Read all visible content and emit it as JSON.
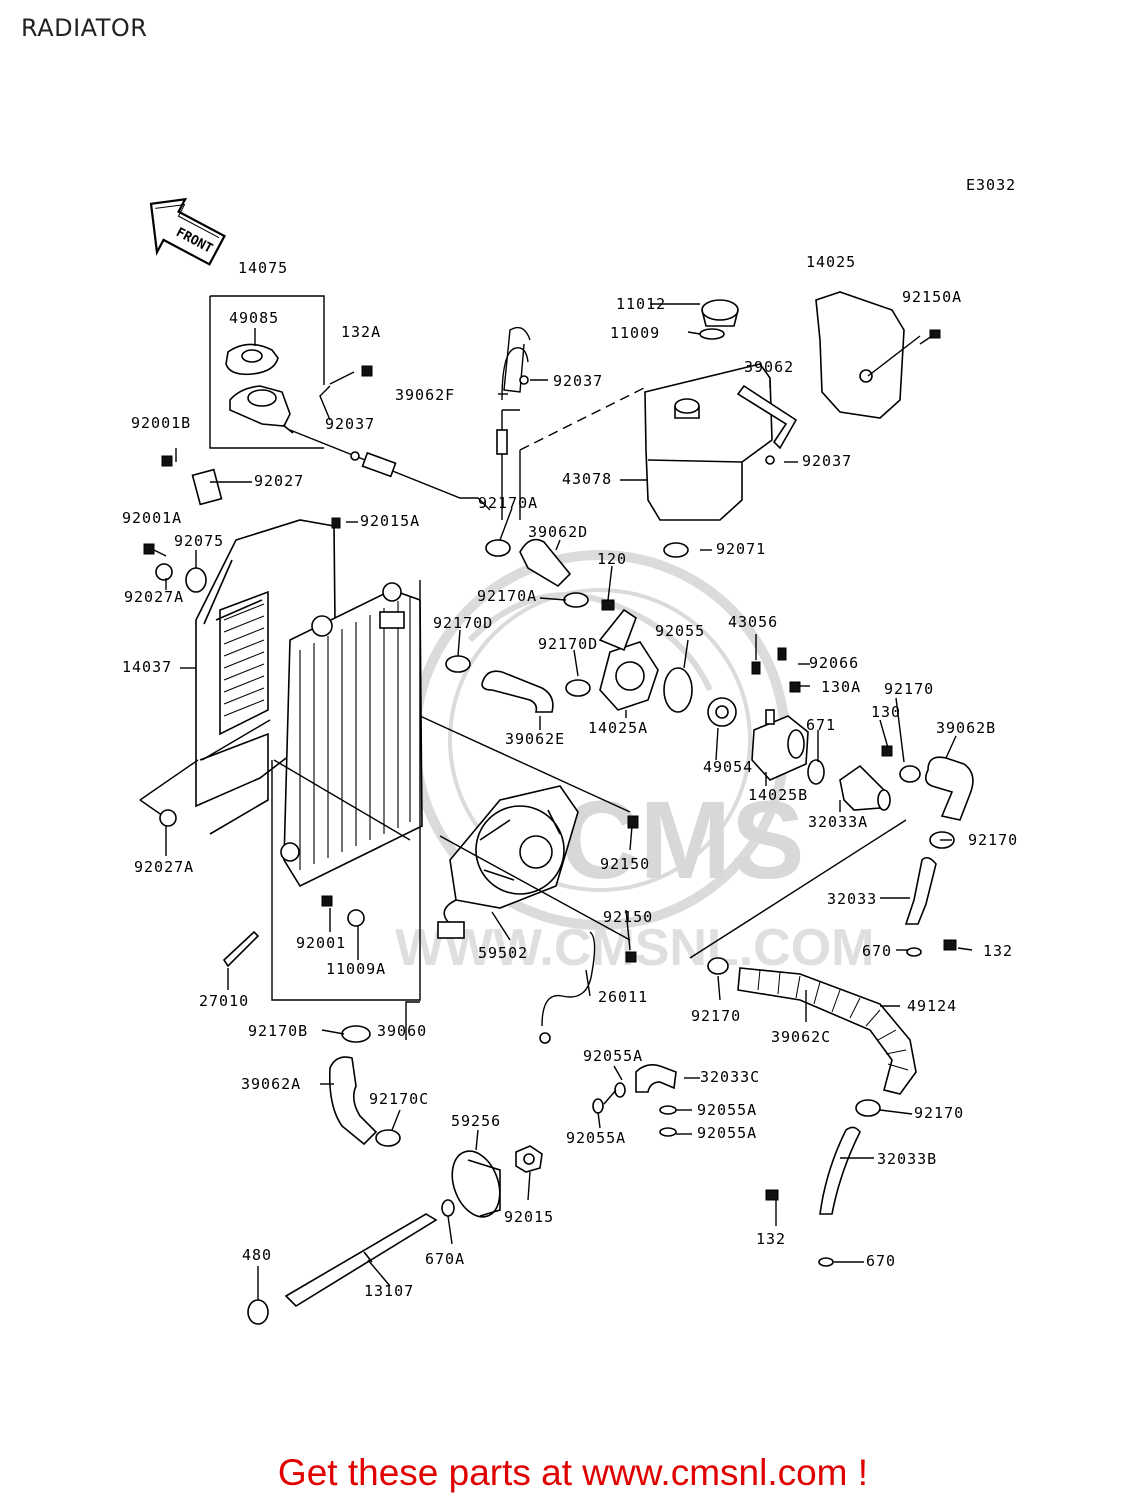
{
  "page": {
    "title": "RADIATOR",
    "code": "E3032",
    "front_label": "FRONT"
  },
  "call_to_action": "Get these parts at www.cmsnl.com !",
  "watermark": {
    "logo": "CMS",
    "url": "WWW.CMSNL.COM"
  },
  "parts": {
    "p14075": "14075",
    "p49085": "49085",
    "p132A": "132A",
    "p39062F": "39062F",
    "p92037a": "92037",
    "p92037b": "92037",
    "p92037c": "92037",
    "p11012": "11012",
    "p11009": "11009",
    "p14025": "14025",
    "p92150A": "92150A",
    "p39062": "39062",
    "p92001B": "92001B",
    "p92027": "92027",
    "p43078": "43078",
    "p92170A": "92170A",
    "p92001A": "92001A",
    "p92015A": "92015A",
    "p39062D": "39062D",
    "p92075": "92075",
    "p92071": "92071",
    "p120": "120",
    "p92027Aa": "92027A",
    "p92170Ab": "92170A",
    "p92170D": "92170D",
    "p92170Db": "92170D",
    "p92055": "92055",
    "p43056": "43056",
    "p92066": "92066",
    "p14037": "14037",
    "p130A": "130A",
    "p92170a": "92170",
    "p130": "130",
    "p39062B": "39062B",
    "p39062E": "39062E",
    "p14025A": "14025A",
    "p671": "671",
    "p49054": "49054",
    "p14025B": "14025B",
    "p32033A": "32033A",
    "p92027Ab": "92027A",
    "p92150a": "92150",
    "p92170b": "92170",
    "p32033": "32033",
    "p92001": "92001",
    "p11009A": "11009A",
    "p92150b": "92150",
    "p59502": "59502",
    "p670a": "670",
    "p132a": "132",
    "p27010": "27010",
    "p26011": "26011",
    "p92170c": "92170",
    "p49124": "49124",
    "p92170B": "92170B",
    "p39060": "39060",
    "p39062C": "39062C",
    "p92055Aa": "92055A",
    "p32033C": "32033C",
    "p39062A": "39062A",
    "p92170C": "92170C",
    "p92055Ab": "92055A",
    "p92170d": "92170",
    "p59256": "59256",
    "p92055Ac": "92055A",
    "p92055Ad": "92055A",
    "p32033B": "32033B",
    "p92015": "92015",
    "p132b": "132",
    "p480": "480",
    "p670A": "670A",
    "p670b": "670",
    "p13107": "13107"
  }
}
